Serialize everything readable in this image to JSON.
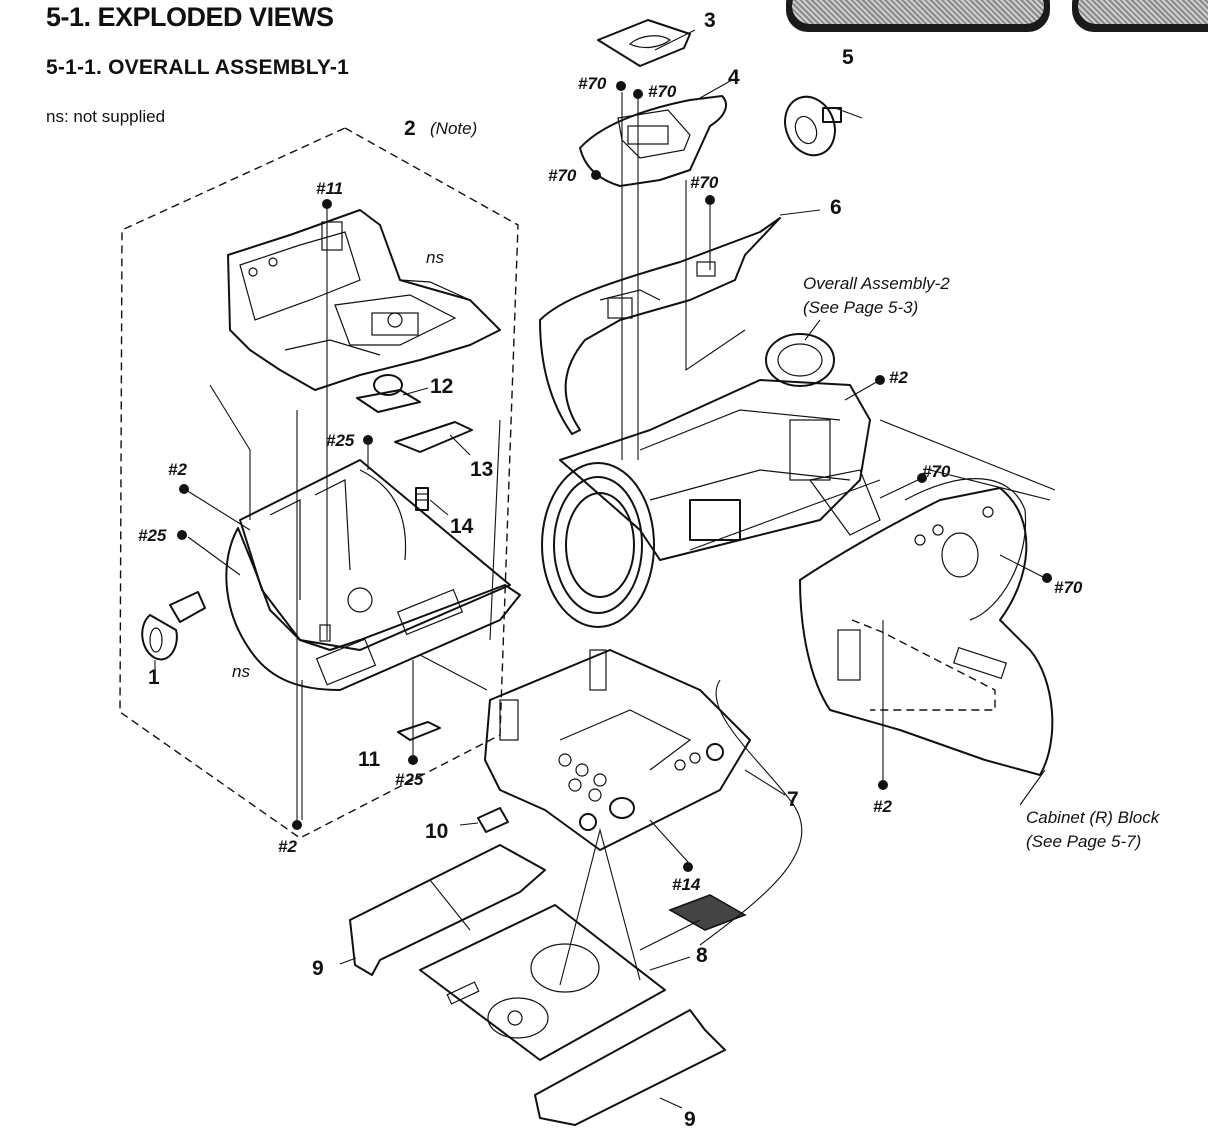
{
  "header": {
    "title": "5-1.  EXPLODED VIEWS",
    "subtitle": "5-1-1.  OVERALL   ASSEMBLY-1",
    "note": "ns: not supplied"
  },
  "labels": {
    "part_1": "1",
    "part_2": "2",
    "part_2_note": "(Note)",
    "part_3": "3",
    "part_4": "4",
    "part_5": "5",
    "part_6": "6",
    "part_7": "7",
    "part_8": "8",
    "part_9a": "9",
    "part_9b": "9",
    "part_10": "10",
    "part_11": "11",
    "part_12": "12",
    "part_13": "13",
    "part_14": "14",
    "ns_a": "ns",
    "ns_b": "ns",
    "screw_70_a": "#70",
    "screw_70_b": "#70",
    "screw_70_c": "#70",
    "screw_70_d": "#70",
    "screw_70_e": "#70",
    "screw_70_f": "#70",
    "screw_11": "#11",
    "screw_25_a": "#25",
    "screw_25_b": "#25",
    "screw_25_c": "#25",
    "screw_2_a": "#2",
    "screw_2_b": "#2",
    "screw_2_c": "#2",
    "screw_2_d": "#2",
    "screw_14": "#14",
    "ref_overall_2_line1": "Overall Assembly-2",
    "ref_overall_2_line2": "(See  Page 5-3)",
    "ref_cabinet_line1": "Cabinet (R) Block",
    "ref_cabinet_line2": "(See  Page 5-7)"
  }
}
